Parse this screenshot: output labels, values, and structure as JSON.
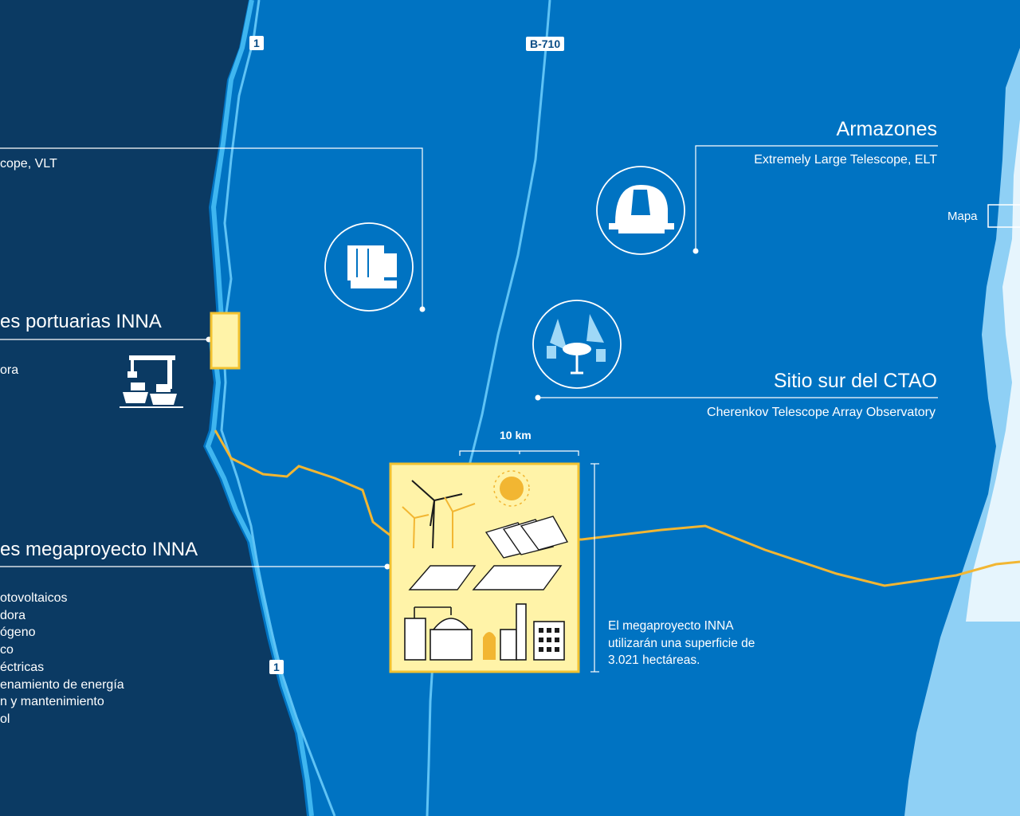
{
  "roads": {
    "b710": "B-710",
    "route1_top": "1",
    "route1_bottom": "1"
  },
  "left": {
    "vlt_sub": "cope, VLT",
    "port_title": "es portuarias INNA",
    "port_sub": "ora",
    "mega_title": "es megaproyecto INNA",
    "mega_items": [
      "otovoltaicos",
      "dora",
      "ógeno",
      "co",
      "éctricas",
      "enamiento de energía",
      "n y mantenimiento",
      "ol"
    ]
  },
  "armazones": {
    "title": "Armazones",
    "sub": "Extremely Large Telescope, ELT"
  },
  "ctao": {
    "title": "Sitio sur del CTAO",
    "sub": "Cherenkov Telescope Array Observatory"
  },
  "mapa_label": "Mapa",
  "scale_label": "10 km",
  "area_note": [
    "El megaproyecto INNA",
    "utilizarán una superficie de",
    "3.021 hectáreas."
  ],
  "colors": {
    "ocean": "#0b3a63",
    "land": "#0073c2",
    "coast": "#3fb6f0",
    "road": "#f2b632",
    "panel": "#fff3a8",
    "panel_border": "#f2c230"
  },
  "icons": [
    "vlt-telescope-icon",
    "elt-telescope-icon",
    "ctao-telescope-icon",
    "port-crane-ship-icon",
    "wind-turbine-icon",
    "sun-icon",
    "solar-panel-icon",
    "hydrogen-plant-icon",
    "factory-icon"
  ]
}
